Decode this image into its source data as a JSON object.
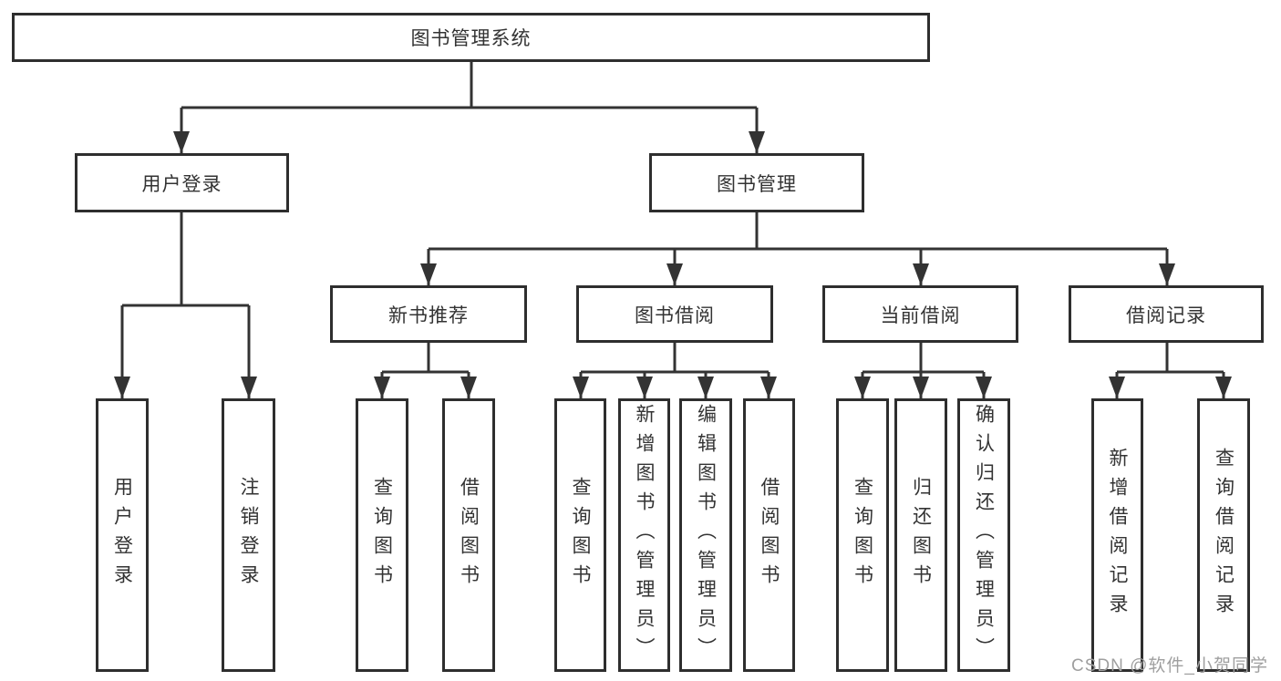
{
  "colors": {
    "line": "#333333",
    "node_border": "#2e2e2e",
    "node_text": "#333333",
    "watermark_text": "#9f9f9f",
    "background": "#ffffff"
  },
  "watermark": {
    "text": "CSDN @软件_小贺同学"
  },
  "tree": {
    "label": "图书管理系统",
    "children": [
      {
        "label": "用户登录",
        "children": [
          {
            "label": "用户登录"
          },
          {
            "label": "注销登录"
          }
        ]
      },
      {
        "label": "图书管理",
        "children": [
          {
            "label": "新书推荐",
            "children": [
              {
                "label": "查询图书"
              },
              {
                "label": "借阅图书"
              }
            ]
          },
          {
            "label": "图书借阅",
            "children": [
              {
                "label": "查询图书"
              },
              {
                "label": "新增图书（管理员）"
              },
              {
                "label": "编辑图书（管理员）"
              },
              {
                "label": "借阅图书"
              }
            ]
          },
          {
            "label": "当前借阅",
            "children": [
              {
                "label": "查询图书"
              },
              {
                "label": "归还图书"
              },
              {
                "label": "确认归还（管理员）"
              }
            ]
          },
          {
            "label": "借阅记录",
            "children": [
              {
                "label": "新增借阅记录"
              },
              {
                "label": "查询借阅记录"
              }
            ]
          }
        ]
      }
    ]
  }
}
